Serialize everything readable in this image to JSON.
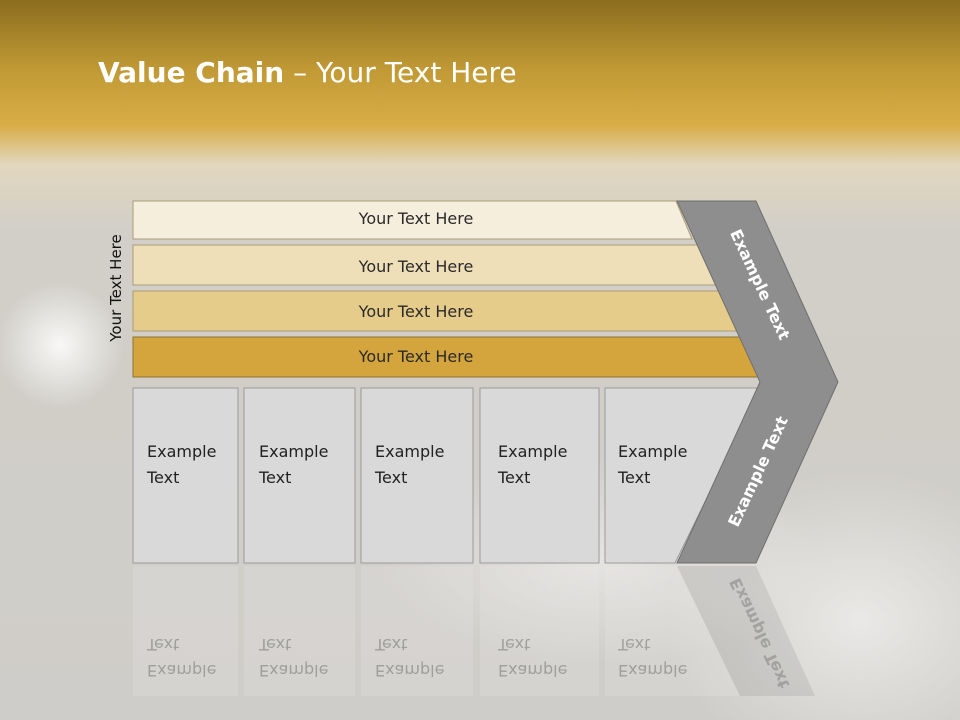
{
  "slide": {
    "title_bold": "Value Chain",
    "title_rest": " – Your Text Here",
    "side_label": "Your Text Here"
  },
  "bars": [
    {
      "label": "Your Text Here",
      "color": "#f6eedc"
    },
    {
      "label": "Your Text Here",
      "color": "#eedfb8"
    },
    {
      "label": "Your Text Here",
      "color": "#e6cc8a"
    },
    {
      "label": "Your Text Here",
      "color": "#d4a53c"
    }
  ],
  "columns": [
    {
      "line1": "Example",
      "line2": "Text"
    },
    {
      "line1": "Example",
      "line2": "Text"
    },
    {
      "line1": "Example",
      "line2": "Text"
    },
    {
      "line1": "Example",
      "line2": "Text"
    },
    {
      "line1": "Example",
      "line2": "Text"
    }
  ],
  "chevron": {
    "top_text": "Example Text",
    "bottom_text": "Example Text",
    "color": "#8e8e8e"
  },
  "colors": {
    "column_fill": "#d9d9d9",
    "column_stroke": "#9a9a9a"
  }
}
